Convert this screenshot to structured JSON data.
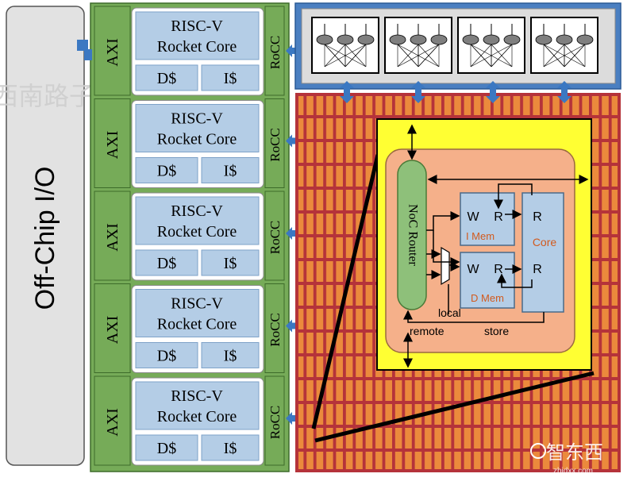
{
  "offchip": {
    "label": "Off-Chip I/O"
  },
  "tiles": [
    {
      "axi": "AXI",
      "core_line1": "RISC-V",
      "core_line2": "Rocket Core",
      "dcache": "D$",
      "icache": "I$",
      "rocc": "RoCC"
    },
    {
      "axi": "AXI",
      "core_line1": "RISC-V",
      "core_line2": "Rocket Core",
      "dcache": "D$",
      "icache": "I$",
      "rocc": "RoCC"
    },
    {
      "axi": "AXI",
      "core_line1": "RISC-V",
      "core_line2": "Rocket Core",
      "dcache": "D$",
      "icache": "I$",
      "rocc": "RoCC"
    },
    {
      "axi": "AXI",
      "core_line1": "RISC-V",
      "core_line2": "Rocket Core",
      "dcache": "D$",
      "icache": "I$",
      "rocc": "RoCC"
    },
    {
      "axi": "AXI",
      "core_line1": "RISC-V",
      "core_line2": "Rocket Core",
      "dcache": "D$",
      "icache": "I$",
      "rocc": "RoCC"
    }
  ],
  "accelerator": {
    "units": 4
  },
  "detail": {
    "router": "NoC Router",
    "imem_w": "W",
    "imem_r": "R",
    "imem_label": "I Mem",
    "dmem_w": "W",
    "dmem_r": "R",
    "dmem_label": "D Mem",
    "core_r1": "R",
    "core_r2": "R",
    "core_label": "Core",
    "local": "local",
    "remote": "remote",
    "store": "store"
  },
  "watermarks": {
    "left": "西南路子",
    "logo": "智东西",
    "logo_sub": "zhidxx.com"
  },
  "colors": {
    "offchip_fill": "#e2e2e2",
    "panel_green": "#76ab58",
    "tile_fill": "#ffffff",
    "core_blue": "#b4cde6",
    "arrow_blue": "#3b78c2",
    "frame_blue": "#4a7fc1",
    "mesh_red": "#b5333a",
    "mesh_orange": "#eb8a3c",
    "detail_yellow": "#ffff33",
    "detail_salmon": "#f5b08a",
    "router_green": "#8ec07a",
    "mem_label_orange": "#d25a1e"
  }
}
